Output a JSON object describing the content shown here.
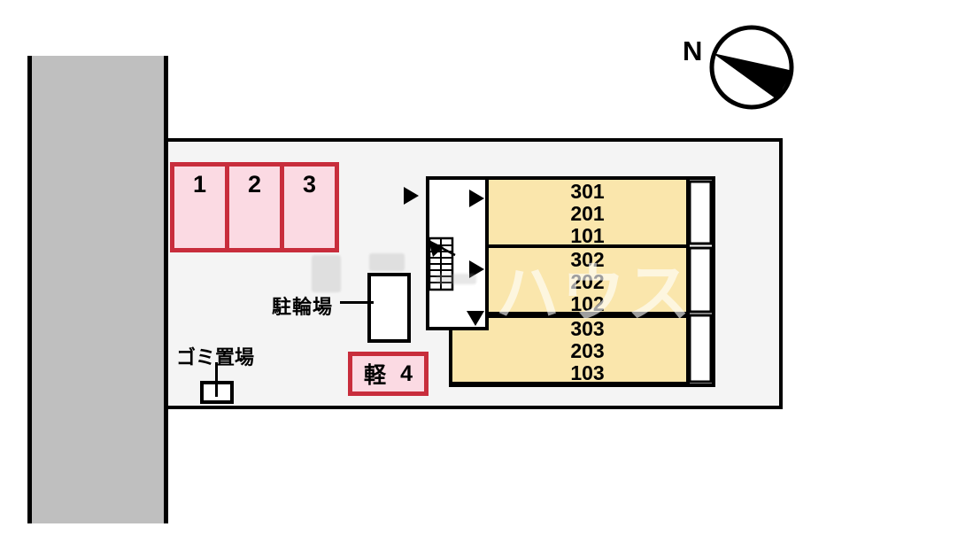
{
  "compass": {
    "north_label": "N"
  },
  "parking": {
    "stalls": [
      {
        "number": "1"
      },
      {
        "number": "2"
      },
      {
        "number": "3"
      }
    ],
    "kei_stall": {
      "type_label": "軽",
      "number": "4"
    },
    "stall_fill": "#fbdae3",
    "stall_border": "#c82d3c"
  },
  "labels": {
    "bicycle_parking": "駐輪場",
    "garbage_area": "ゴミ置場"
  },
  "building": {
    "room_fill": "#fae6ac",
    "stacks": [
      {
        "labels": [
          "301",
          "201",
          "101"
        ]
      },
      {
        "labels": [
          "302",
          "202",
          "102"
        ]
      },
      {
        "labels": [
          "303",
          "203",
          "103"
        ]
      }
    ]
  },
  "watermark": {
    "text": "ハウス"
  },
  "colors": {
    "road_gray": "#bfbfbf",
    "site_fill": "#f4f4f4",
    "line_black": "#000000"
  }
}
